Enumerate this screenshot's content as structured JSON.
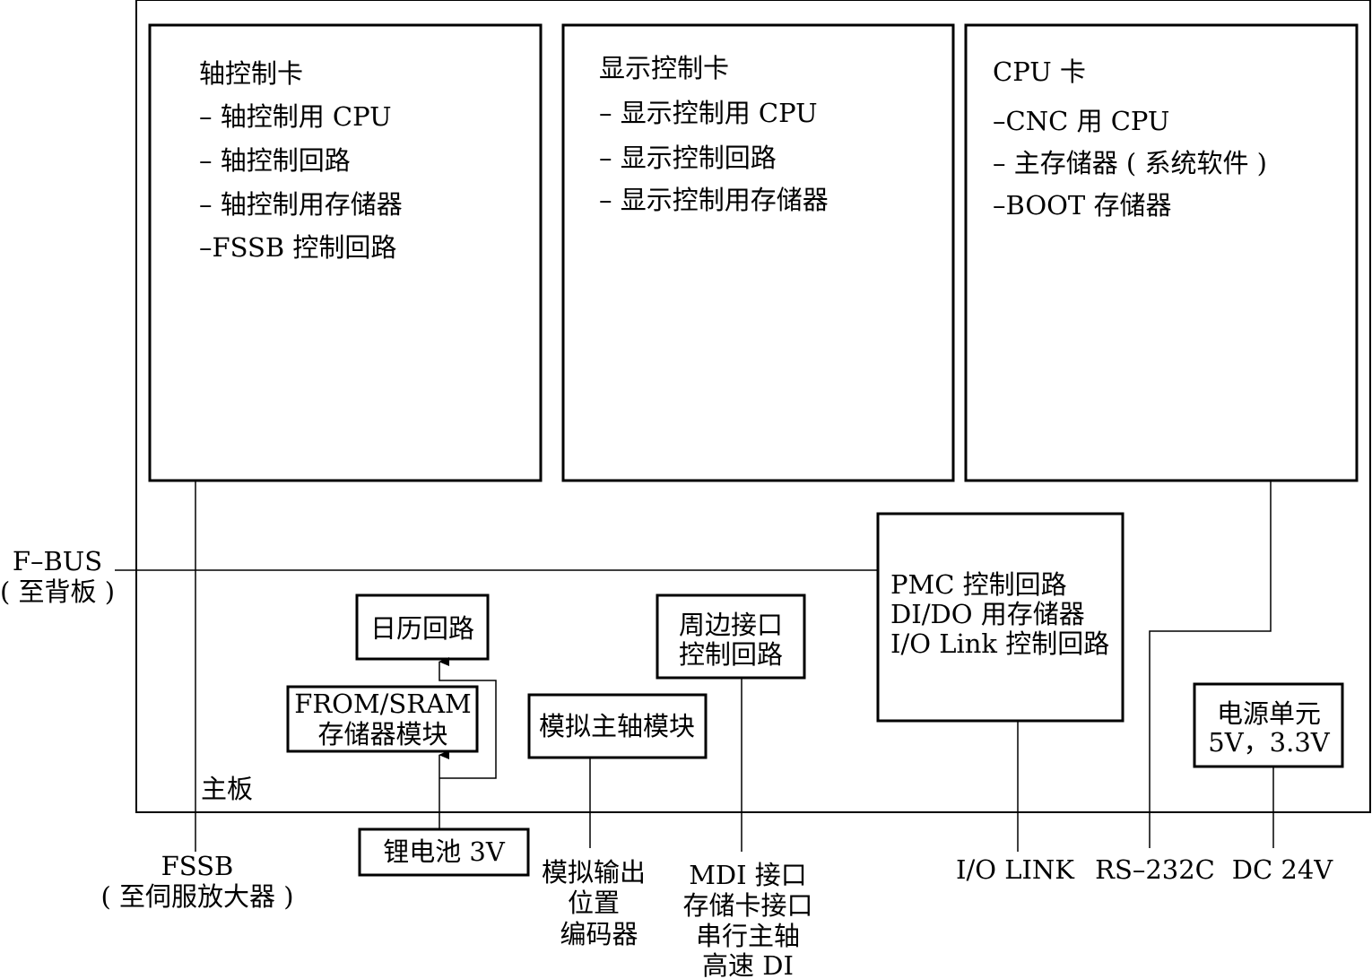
{
  "diagram": {
    "cards": {
      "axis": {
        "title": "轴控制卡",
        "items": [
          "– 轴控制用 CPU",
          "– 轴控制回路",
          "– 轴控制用存储器",
          "–FSSB 控制回路"
        ]
      },
      "display": {
        "title": "显示控制卡",
        "items": [
          "– 显示控制用 CPU",
          "– 显示控制回路",
          "– 显示控制用存储器"
        ]
      },
      "cpu": {
        "title": "CPU 卡",
        "items": [
          "–CNC 用 CPU",
          "– 主存储器 ( 系统软件 )",
          "–BOOT 存储器"
        ]
      }
    },
    "fbus": {
      "line1": "F–BUS",
      "line2": "( 至背板 )"
    },
    "pmc": {
      "line1": "PMC 控制回路",
      "line2": "DI/DO 用存储器",
      "line3": "I/O Link 控制回路"
    },
    "calendar": {
      "label": "日历回路"
    },
    "from_sram": {
      "line1": "FROM/SRAM",
      "line2": "存储器模块"
    },
    "battery": {
      "label": "锂电池 3V"
    },
    "analog_spindle": {
      "label": "模拟主轴模块"
    },
    "peripheral": {
      "line1": "周边接口",
      "line2": "控制回路"
    },
    "power": {
      "line1": "电源单元",
      "line2": "5V，3.3V"
    },
    "mainboard_label": "主板",
    "outputs": {
      "fssb": {
        "line1": "FSSB",
        "line2": "( 至伺服放大器 )"
      },
      "analog": {
        "line1": "模拟输出",
        "line2": "位置",
        "line3": "编码器"
      },
      "mdi": {
        "line1": "MDI 接口",
        "line2": "存储卡接口",
        "line3": "串行主轴",
        "line4": "高速 DI"
      },
      "io_link": "I/O LINK",
      "rs232c": "RS–232C",
      "dc24v": "DC 24V"
    }
  }
}
